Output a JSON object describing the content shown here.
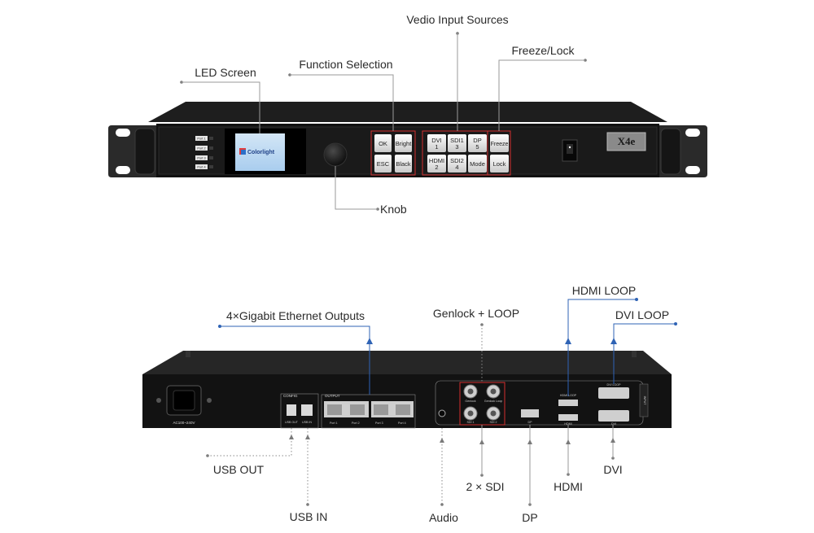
{
  "labels": {
    "vedio_input_sources": "Vedio Input Sources",
    "freeze_lock": "Freeze/Lock",
    "function_selection": "Function Selection",
    "led_screen": "LED Screen",
    "knob": "Knob",
    "gigabit_outputs": "4×Gigabit Ethernet Outputs",
    "genlock_loop": "Genlock + LOOP",
    "hdmi_loop": "HDMI LOOP",
    "dvi_loop": "DVI LOOP",
    "usb_out": "USB OUT",
    "usb_in": "USB IN",
    "audio": "Audio",
    "dp": "DP",
    "two_sdi": "2 × SDI",
    "hdmi": "HDMI",
    "dvi": "DVI"
  },
  "front": {
    "lcd_brand": "Colorlight",
    "model": "X4e",
    "ports": [
      "Port 1",
      "Port 2",
      "Port 3",
      "Port 4"
    ],
    "func_buttons": [
      {
        "top": "OK",
        "bottom": ""
      },
      {
        "top": "Bright",
        "bottom": ""
      },
      {
        "top": "ESC",
        "bottom": ""
      },
      {
        "top": "Black",
        "bottom": ""
      }
    ],
    "source_buttons": [
      {
        "top": "DVI",
        "bottom": "1"
      },
      {
        "top": "SDI1",
        "bottom": "3"
      },
      {
        "top": "DP",
        "bottom": "5"
      },
      {
        "top": "HDMI",
        "bottom": "2"
      },
      {
        "top": "SDI2",
        "bottom": "4"
      },
      {
        "top": "Mode",
        "bottom": ""
      }
    ],
    "freeze_label": "Freeze",
    "lock_label": "Lock"
  },
  "rear": {
    "power_label": "AC100~240V",
    "config_title": "CONFIG",
    "usb_out_label": "USB OUT",
    "usb_in_label": "USB IN",
    "output_title": "OUTPUT",
    "output_ports": [
      "Port 1",
      "Port 2",
      "Port 3",
      "Port 4"
    ],
    "genlock_label": "Genlock",
    "genlock_loop_label": "Genlock Loop",
    "sdi1_label": "SDI 1",
    "sdi2_label": "SDI 2",
    "dp_label": "DP",
    "hdmi_loop_label": "HDMI LOOP",
    "hdmi_label": "HDMI",
    "dvi_loop_label": "DVI LOOP",
    "dvi_label": "DVI",
    "input_tab": "INPUT"
  }
}
